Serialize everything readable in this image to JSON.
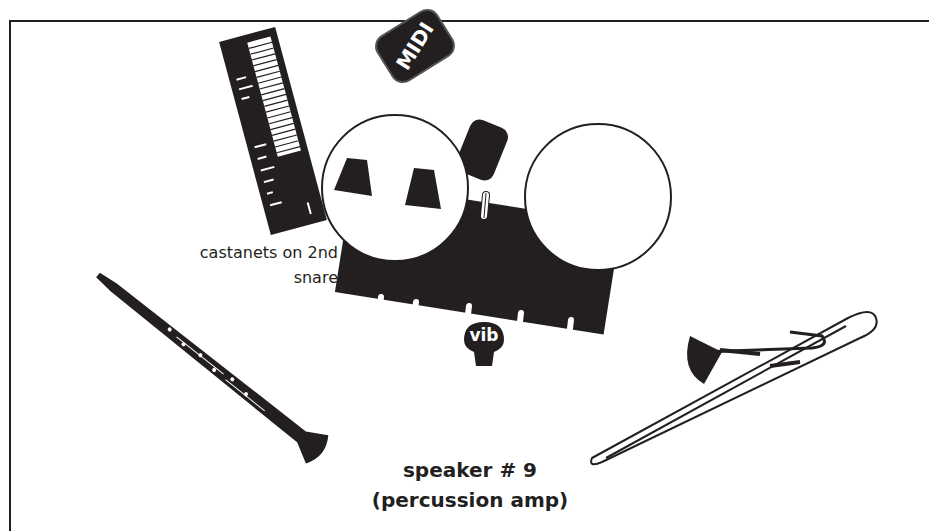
{
  "diagram": {
    "nodes": [
      {
        "text": [
          "MIDI"
        ]
      },
      {
        "text": [
          "vib"
        ]
      }
    ],
    "labels": [
      "castanets on 2nd snare",
      "speaker # 9 (percussion amp)"
    ]
  }
}
